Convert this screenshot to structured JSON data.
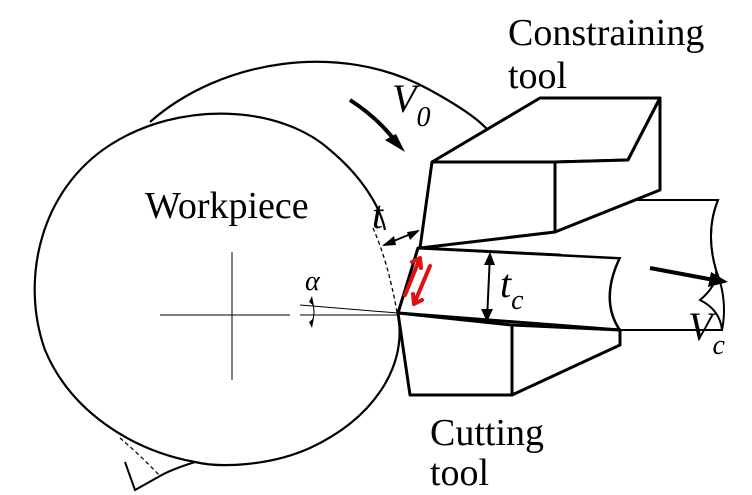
{
  "labels": {
    "constraining_tool_line1": "Constraining",
    "constraining_tool_line2": "tool",
    "cutting_tool_line1": "Cutting",
    "cutting_tool_line2": "tool",
    "workpiece": "Workpiece",
    "v0_main": "V",
    "v0_sub": "0",
    "vc_main": "V",
    "vc_sub": "c",
    "t": "t",
    "tc_main": "t",
    "tc_sub": "c",
    "alpha": "α"
  },
  "colors": {
    "outline": "#000000",
    "shear_arrows": "#e01010",
    "background": "#ffffff"
  }
}
